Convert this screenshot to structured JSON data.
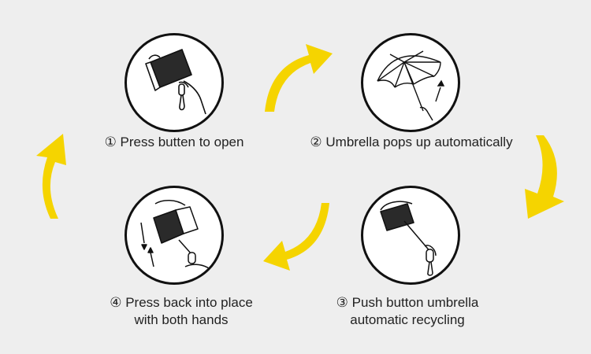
{
  "steps": [
    {
      "num": "①",
      "lines": [
        "Press butten to open"
      ]
    },
    {
      "num": "②",
      "lines": [
        "Umbrella pops up automatically"
      ]
    },
    {
      "num": "③",
      "lines": [
        "Push button umbrella",
        "automatic recycling"
      ]
    },
    {
      "num": "④",
      "lines": [
        "Press back into place",
        "with both hands"
      ]
    }
  ],
  "colors": {
    "arrow": "#f5d400",
    "background": "#eeeeee",
    "outline": "#111111"
  },
  "icons": [
    "hand-press-umbrella-icon",
    "open-umbrella-icon",
    "closing-umbrella-icon",
    "hands-folding-umbrella-icon",
    "cycle-arrow-icon"
  ]
}
